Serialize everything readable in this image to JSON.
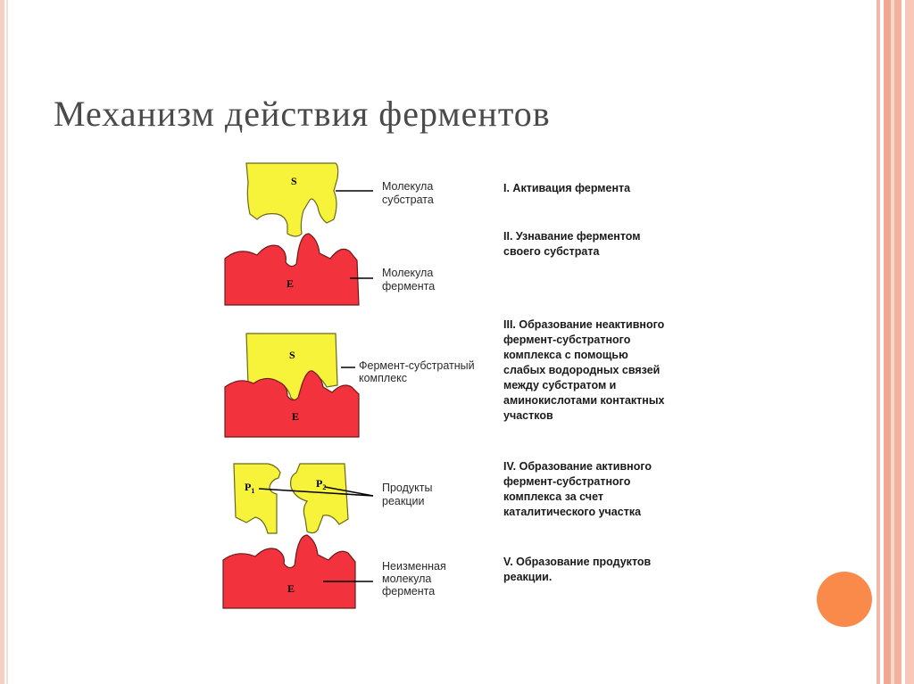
{
  "title": "Механизм действия ферментов",
  "glyphs": {
    "substrate": "S",
    "enzyme": "E",
    "product": "P",
    "product1_sub": "1",
    "product2_sub": "2"
  },
  "labels": {
    "substrate_molecule": [
      "Молекула",
      "субстрата"
    ],
    "enzyme_molecule": [
      "Молекула",
      "фермента"
    ],
    "es_complex": [
      "Фермент-субстратный",
      "комплекс"
    ],
    "products": [
      "Продукты",
      "реакции"
    ],
    "unchanged_enzyme": [
      "Неизменная",
      "молекула",
      "фермента"
    ]
  },
  "steps": [
    {
      "lines": [
        "I. Активация фермента"
      ]
    },
    {
      "lines": [
        "II. Узнавание ферментом",
        "своего субстрата"
      ]
    },
    {
      "lines": [
        "III. Образование неактивного",
        "фермент-субстратного",
        "комплекса с помощью",
        "слабых водородных связей",
        "между субстратом и",
        "аминокислотами контактных",
        "участков"
      ]
    },
    {
      "lines": [
        "IV. Образование активного",
        "фермент-субстратного",
        "комплекса за счет",
        "каталитического участка"
      ]
    },
    {
      "lines": [
        "V. Образование продуктов",
        "реакции."
      ]
    }
  ],
  "colors": {
    "enzyme": "#f2323c",
    "substrate": "#f7f23a",
    "accent_dot": "#f98a4a",
    "title": "#4a4a4a"
  }
}
